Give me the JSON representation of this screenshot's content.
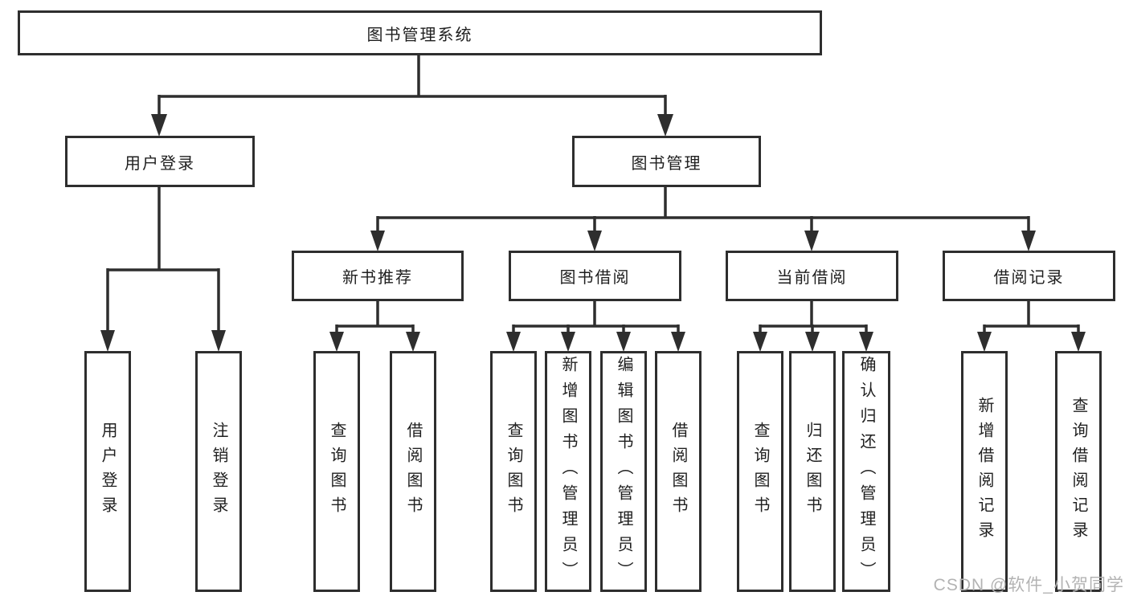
{
  "diagram_type": "tree",
  "tree": {
    "label": "图书管理系统",
    "children": [
      {
        "label": "用户登录",
        "children": [
          {
            "label": "用户登录"
          },
          {
            "label": "注销登录"
          }
        ]
      },
      {
        "label": "图书管理",
        "children": [
          {
            "label": "新书推荐",
            "children": [
              {
                "label": "查询图书"
              },
              {
                "label": "借阅图书"
              }
            ]
          },
          {
            "label": "图书借阅",
            "children": [
              {
                "label": "查询图书"
              },
              {
                "label": "新增图书（管理员）"
              },
              {
                "label": "编辑图书（管理员）"
              },
              {
                "label": "借阅图书"
              }
            ]
          },
          {
            "label": "当前借阅",
            "children": [
              {
                "label": "查询图书"
              },
              {
                "label": "归还图书"
              },
              {
                "label": "确认归还（管理员）"
              }
            ]
          },
          {
            "label": "借阅记录",
            "children": [
              {
                "label": "新增借阅记录"
              },
              {
                "label": "查询借阅记录"
              }
            ]
          }
        ]
      }
    ]
  },
  "watermark": "CSDN @软件_小贺同学",
  "colors": {
    "line": "#2e2e2e",
    "text": "#1f1f1f",
    "background": "#ffffff",
    "watermark": "#b3b3b3"
  }
}
